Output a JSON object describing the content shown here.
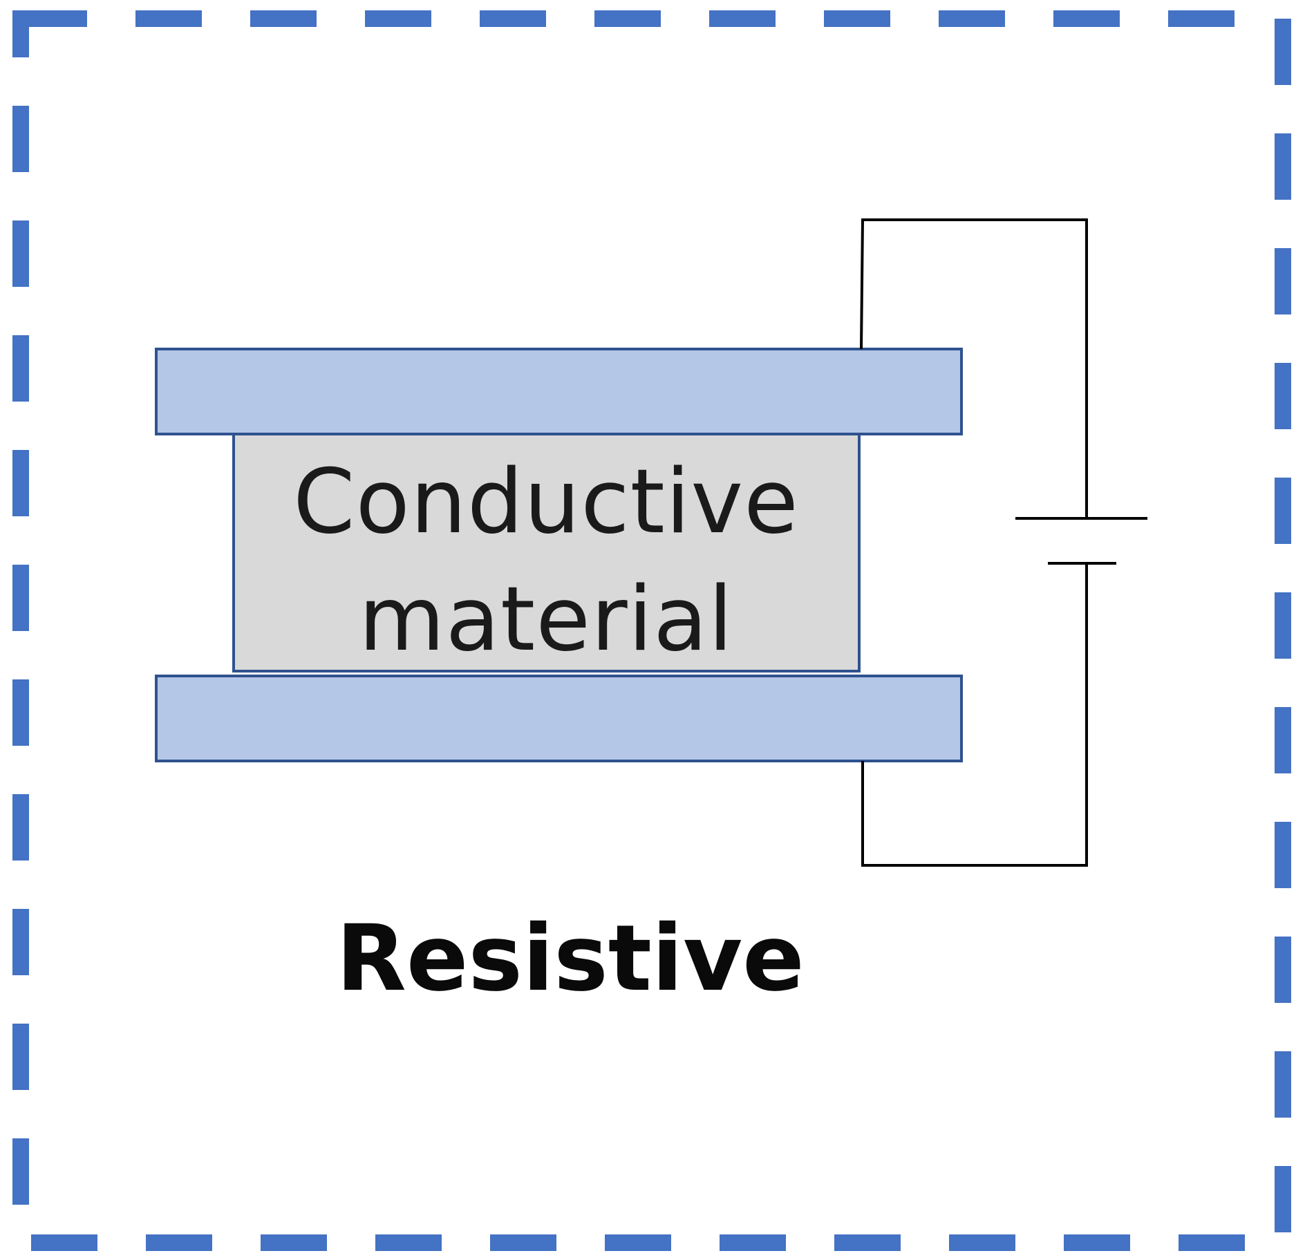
{
  "diagram": {
    "material_line1": "Conductive",
    "material_line2": "material",
    "caption": "Resistive"
  },
  "colors": {
    "frame_dash": "#4472C4",
    "electrode_fill": "#B4C7E7",
    "electrode_stroke": "#2F528F",
    "material_fill": "#D9D9D9",
    "wire": "#000000"
  }
}
